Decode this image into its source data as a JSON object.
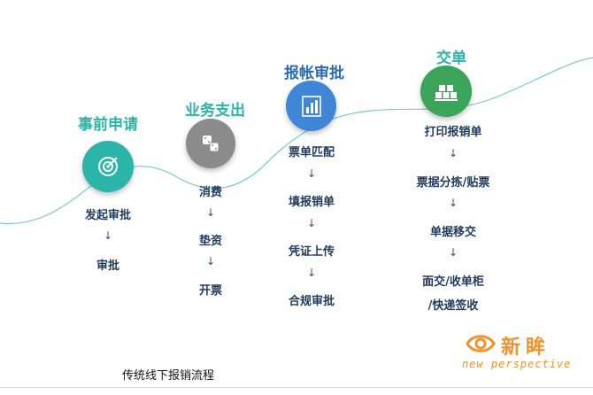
{
  "stages": [
    {
      "title": "事前申请",
      "color": "#2bb5a8",
      "icon": "target-icon",
      "steps": [
        "发起审批",
        "审批"
      ]
    },
    {
      "title": "业务支出",
      "color": "#2bb5a8",
      "icon": "dice-icon",
      "steps": [
        "消费",
        "垫资",
        "开票"
      ]
    },
    {
      "title": "报帐审批",
      "color": "#2b6cb5",
      "icon": "bar-chart-icon",
      "steps": [
        "票单匹配",
        "填报销单",
        "凭证上传",
        "合规审批"
      ]
    },
    {
      "title": "交单",
      "color": "#2bb5a8",
      "icon": "boxes-icon",
      "steps": [
        "打印报销单",
        "票据分拣/贴票",
        "单据移交",
        "面交/收单柜",
        "/快递签收"
      ]
    }
  ],
  "arrow": "↓",
  "caption": "传统线下报销流程",
  "logo": {
    "cn": "新眸",
    "en": "new perspective"
  }
}
